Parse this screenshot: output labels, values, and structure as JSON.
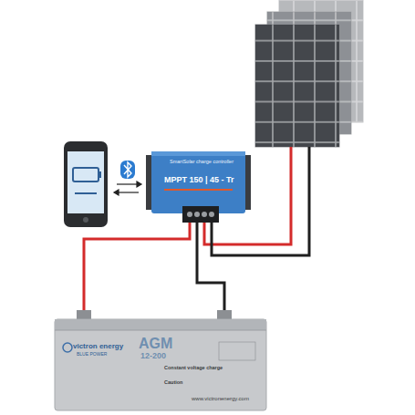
{
  "diagram": {
    "nodes": [
      {
        "text": [
          "SmartSolar charge controller",
          "MPPT 150 | 45 - Tr"
        ]
      },
      {
        "text": [
          "victron energy",
          "BLUE POWER",
          "AGM",
          "12-200",
          "Constant voltage charge",
          "Caution",
          "www.victronenergy.com"
        ]
      }
    ]
  }
}
